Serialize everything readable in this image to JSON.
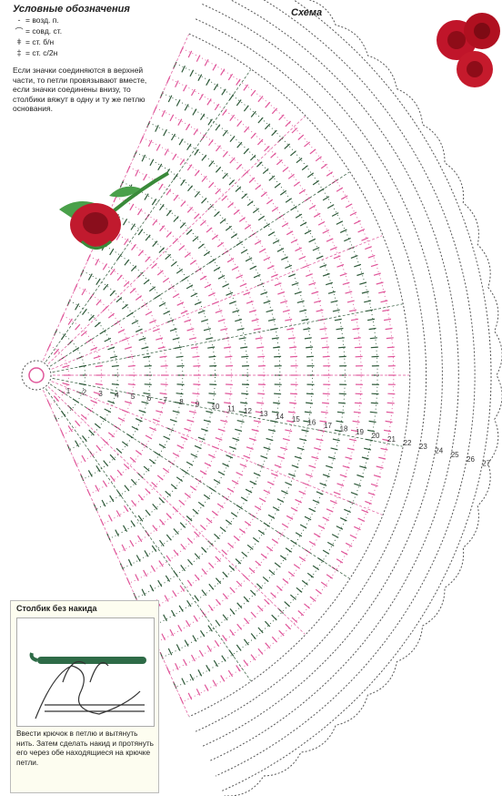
{
  "legend": {
    "title": "Условные обозначения",
    "items": [
      {
        "symbol": "-",
        "label": "= возд. п."
      },
      {
        "symbol": "⌒",
        "label": "= совд. ст."
      },
      {
        "symbol": "ǂ",
        "label": "= ст. б/н"
      },
      {
        "symbol": "‡",
        "label": "= ст. с/2н"
      }
    ],
    "note": "Если значки соединяются в верхней части, то петли провязывают вместе, если значки соединены внизу, то столбики вяжут в одну и ту же петлю основания."
  },
  "scheme_title": "Схема",
  "row_numbers": [
    "1",
    "2",
    "3",
    "4",
    "5",
    "6",
    "7",
    "8",
    "9",
    "10",
    "11",
    "12",
    "13",
    "14",
    "15",
    "16",
    "17",
    "18",
    "19",
    "20",
    "21",
    "22",
    "23",
    "24",
    "25",
    "26",
    "27"
  ],
  "colors": {
    "pink": "#e0569a",
    "green": "#2f5a3a",
    "dots": "#555555"
  },
  "inset": {
    "title": "Столбик без накида",
    "text": "Ввести крючок в петлю и вытянуть нить. Затем сделать накид и протянуть его через обе находящиеся на крючке петли."
  }
}
